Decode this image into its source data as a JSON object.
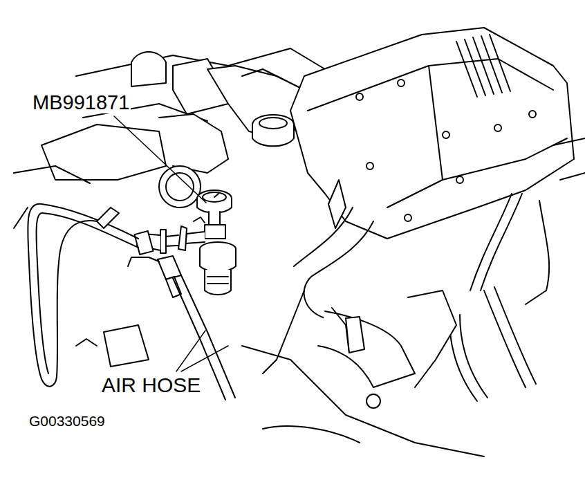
{
  "diagram": {
    "labels": [
      "MB991871",
      "AIR HOSE",
      "G00330569"
    ]
  }
}
